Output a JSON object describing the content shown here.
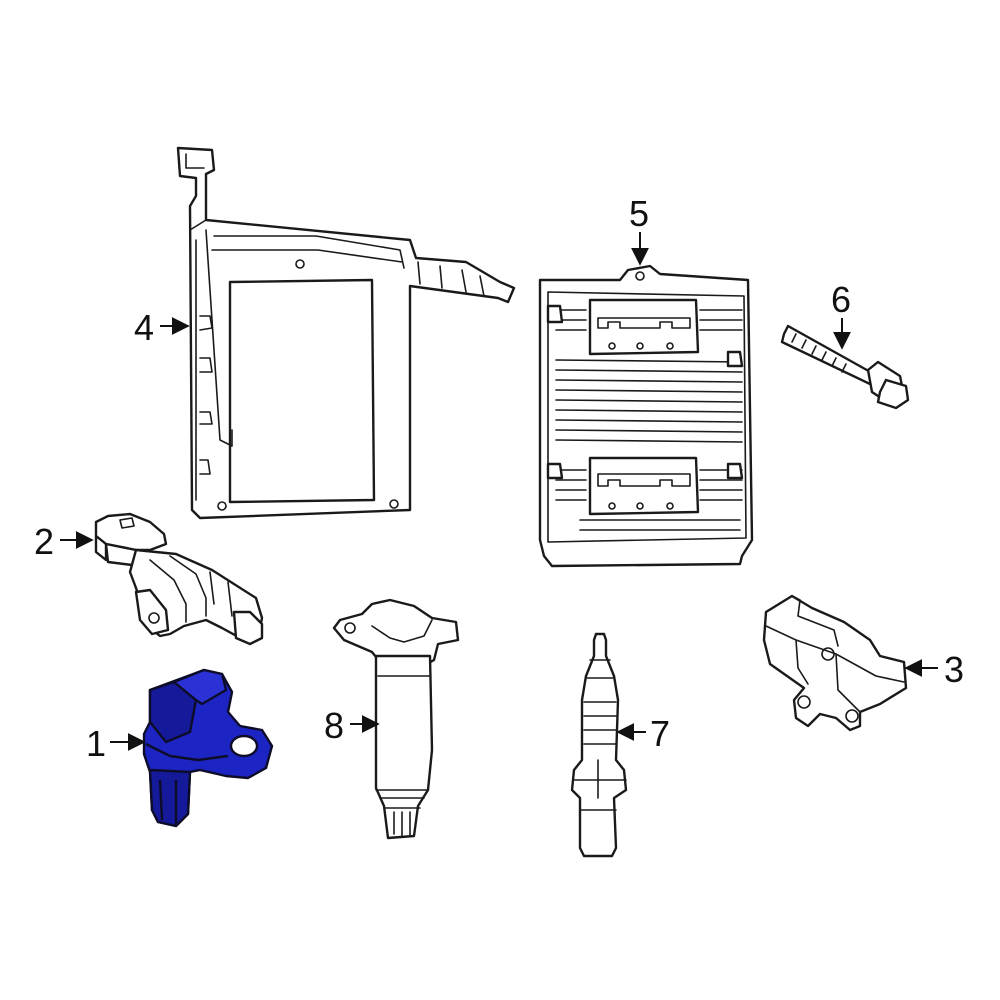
{
  "colors": {
    "highlight": "#1d24c4",
    "highlight_dark": "#141a9a",
    "outline": "#1a1a1a",
    "background": "#ffffff"
  },
  "callouts": [
    {
      "id": "1",
      "label": "1"
    },
    {
      "id": "2",
      "label": "2"
    },
    {
      "id": "3",
      "label": "3"
    },
    {
      "id": "4",
      "label": "4"
    },
    {
      "id": "5",
      "label": "5"
    },
    {
      "id": "6",
      "label": "6"
    },
    {
      "id": "7",
      "label": "7"
    },
    {
      "id": "8",
      "label": "8"
    }
  ],
  "highlighted_part": "1"
}
